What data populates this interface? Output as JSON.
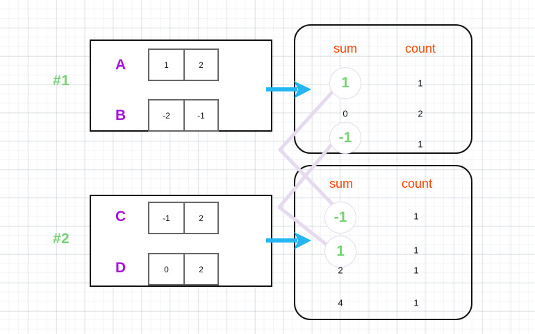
{
  "diagram": {
    "title": "Partition shuffle to sum/count aggregation",
    "colors": {
      "key": "#a713e0",
      "partition_label": "#76d275",
      "header": "#ff4500",
      "highlight": "#76d275",
      "arrow": "#24b6f2",
      "link": "#e6daef",
      "box_border": "#111111",
      "cell_border": "#666666"
    }
  },
  "partitions": [
    {
      "label": "#1",
      "rows": [
        {
          "key": "A",
          "cells": [
            "1",
            "2"
          ]
        },
        {
          "key": "B",
          "cells": [
            "-2",
            "-1"
          ]
        }
      ]
    },
    {
      "label": "#2",
      "rows": [
        {
          "key": "C",
          "cells": [
            "-1",
            "2"
          ]
        },
        {
          "key": "D",
          "cells": [
            "0",
            "2"
          ]
        }
      ]
    }
  ],
  "outputs": [
    {
      "name": "output-table-1",
      "headers": {
        "sum": "sum",
        "count": "count"
      },
      "rows": [
        {
          "sum": "1",
          "count": "1",
          "highlight": true
        },
        {
          "sum": "0",
          "count": "2",
          "highlight": false
        },
        {
          "sum": "-1",
          "count": "1",
          "highlight": true
        }
      ]
    },
    {
      "name": "output-table-2",
      "headers": {
        "sum": "sum",
        "count": "count"
      },
      "rows": [
        {
          "sum": "-1",
          "count": "1",
          "highlight": true
        },
        {
          "sum": "1",
          "count": "1",
          "highlight": true
        },
        {
          "sum": "2",
          "count": "1",
          "highlight": false
        },
        {
          "sum": "4",
          "count": "1",
          "highlight": false
        }
      ]
    }
  ],
  "arrows": [
    {
      "name": "shuffle-arrow-1",
      "from": "partition-1",
      "to": "output-table-1"
    },
    {
      "name": "shuffle-arrow-2",
      "from": "partition-2",
      "to": "output-table-2"
    }
  ],
  "links": [
    {
      "name": "link-sum1-to-sum-1",
      "from": "output-1-row-1-sum",
      "to": "output-2-row-1-sum"
    },
    {
      "name": "link-sum-1-to-sum1",
      "from": "output-1-row-3-sum",
      "to": "output-2-row-2-sum"
    }
  ]
}
